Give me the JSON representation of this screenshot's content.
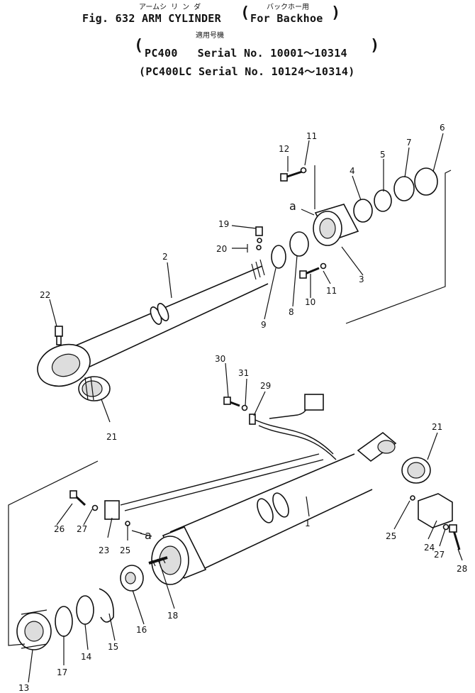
{
  "title": {
    "jp_name": "アームシ リ ン ダ",
    "jp_usage": "バックホー用",
    "line1": "Fig. 632 ARM CYLINDER",
    "line1_paren": "For Backhoe",
    "jp_applicable": "適用号機",
    "line2": "PC400   Serial No. 10001～10314",
    "line3": "(PC400LC Serial No. 10124～10314)"
  },
  "parts": [
    {
      "id": "1",
      "label": "1"
    },
    {
      "id": "2",
      "label": "2"
    },
    {
      "id": "3",
      "label": "3"
    },
    {
      "id": "4",
      "label": "4"
    },
    {
      "id": "5",
      "label": "5"
    },
    {
      "id": "6",
      "label": "6"
    },
    {
      "id": "7",
      "label": "7"
    },
    {
      "id": "8",
      "label": "8"
    },
    {
      "id": "9",
      "label": "9"
    },
    {
      "id": "10",
      "label": "10"
    },
    {
      "id": "11a",
      "label": "11"
    },
    {
      "id": "11b",
      "label": "11"
    },
    {
      "id": "12",
      "label": "12"
    },
    {
      "id": "13",
      "label": "13"
    },
    {
      "id": "14",
      "label": "14"
    },
    {
      "id": "15",
      "label": "15"
    },
    {
      "id": "16",
      "label": "16"
    },
    {
      "id": "17",
      "label": "17"
    },
    {
      "id": "18",
      "label": "18"
    },
    {
      "id": "19",
      "label": "19"
    },
    {
      "id": "20",
      "label": "20"
    },
    {
      "id": "21a",
      "label": "21"
    },
    {
      "id": "21b",
      "label": "21"
    },
    {
      "id": "22",
      "label": "22"
    },
    {
      "id": "23",
      "label": "23"
    },
    {
      "id": "24",
      "label": "24"
    },
    {
      "id": "25a",
      "label": "25"
    },
    {
      "id": "25b",
      "label": "25"
    },
    {
      "id": "26",
      "label": "26"
    },
    {
      "id": "27a",
      "label": "27"
    },
    {
      "id": "27b",
      "label": "27"
    },
    {
      "id": "28",
      "label": "28"
    },
    {
      "id": "29",
      "label": "29"
    },
    {
      "id": "30",
      "label": "30"
    },
    {
      "id": "31",
      "label": "31"
    }
  ],
  "refs": {
    "a_top": "a",
    "a_bottom": "a"
  }
}
